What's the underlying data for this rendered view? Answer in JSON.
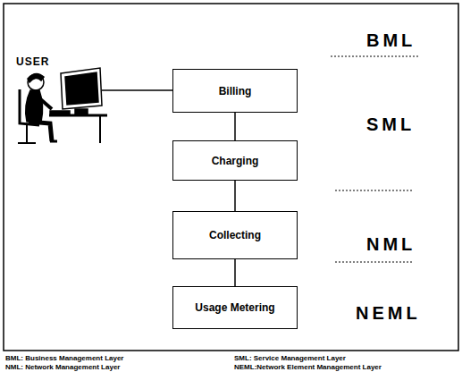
{
  "diagram": {
    "nodes": [
      {
        "text": [
          "Billing"
        ]
      },
      {
        "text": [
          "Charging"
        ]
      },
      {
        "text": [
          "Collecting"
        ]
      },
      {
        "text": [
          "Usage Metering"
        ]
      }
    ],
    "edges": [
      {
        "from": 0,
        "to": 1,
        "arrow": "none"
      },
      {
        "from": 1,
        "to": 2,
        "arrow": "none"
      },
      {
        "from": 2,
        "to": 3,
        "arrow": "none"
      }
    ],
    "labels": [
      "USER",
      "BML",
      "SML",
      "NML",
      "NEML",
      "BML: Business Management Layer",
      "SML: Service Management Layer",
      "NML: Network Management Layer",
      "NEML:Network Element Management Layer"
    ]
  }
}
